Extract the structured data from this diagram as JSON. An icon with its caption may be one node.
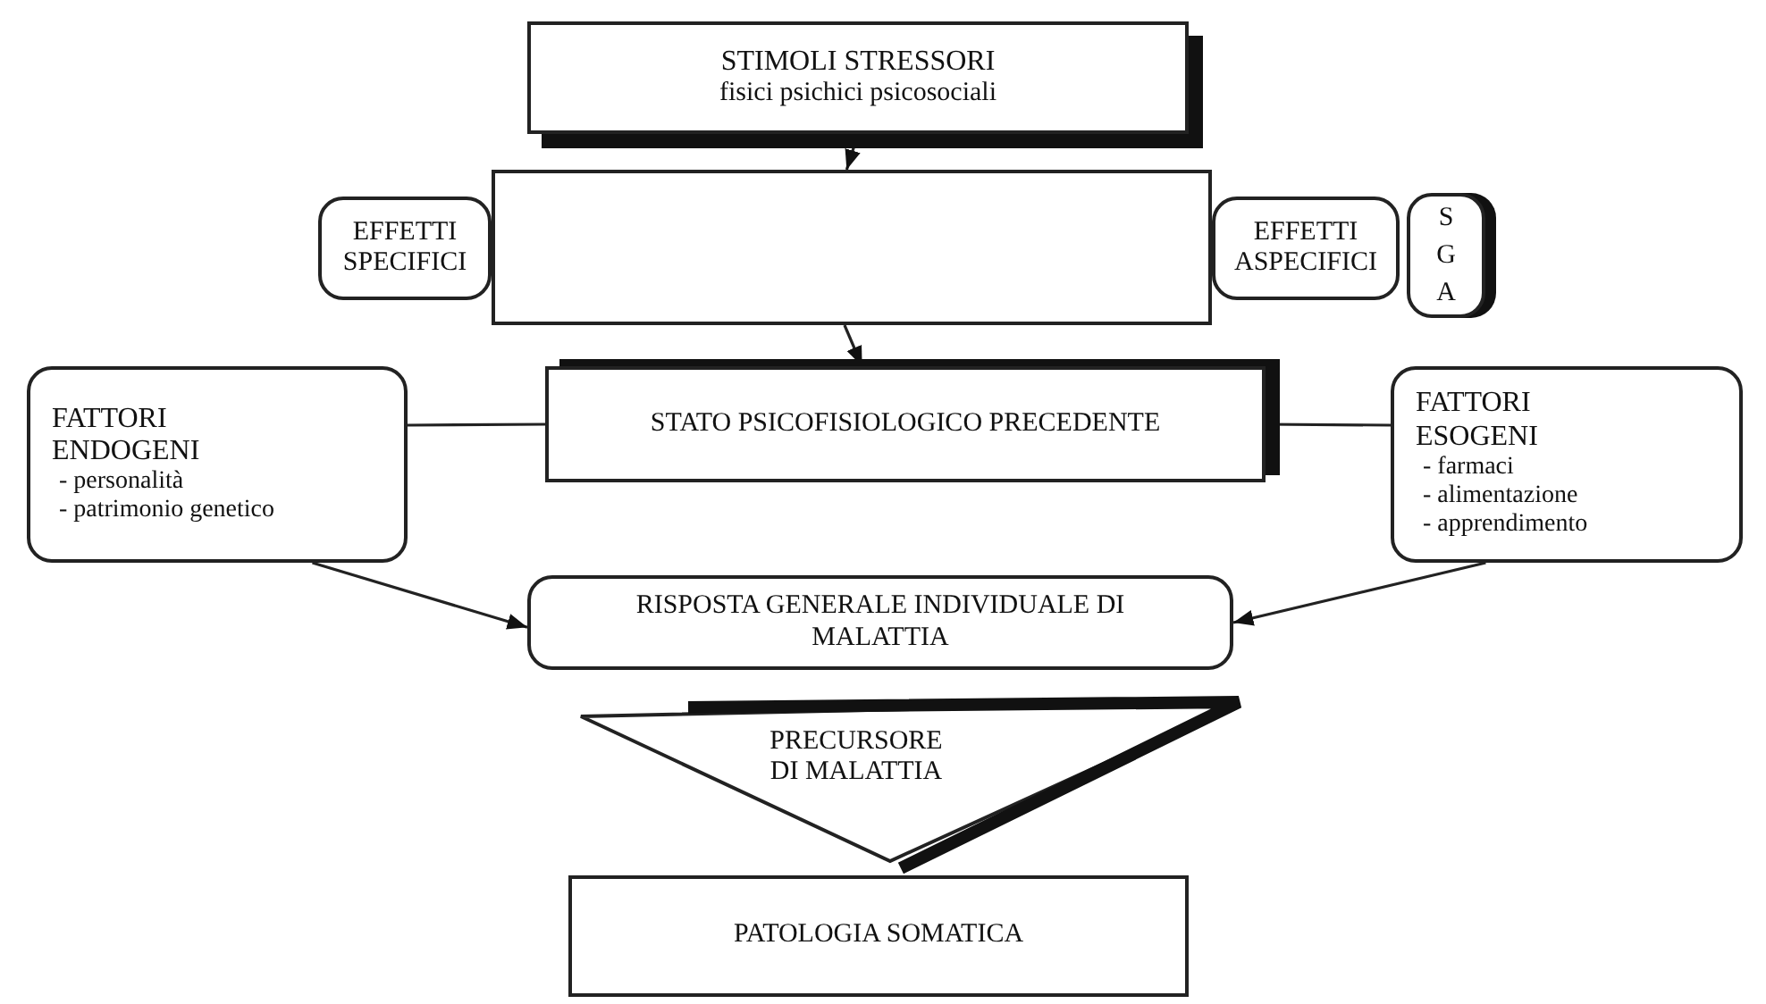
{
  "diagram": {
    "nodes": [
      {
        "text": [
          "STIMOLI STRESSORI",
          "fisici psichici psicosociali"
        ]
      },
      {
        "text": [],
        "shape": "box"
      },
      {
        "text": [
          "EFFETTI SPECIFICI"
        ]
      },
      {
        "text": [
          "EFFETTI ASPECIFICI"
        ]
      },
      {
        "text": [
          "S G A"
        ]
      },
      {
        "text": [
          "FATTORI ENDOGENI",
          "- personalità",
          "- patrimonio genetico"
        ]
      },
      {
        "text": [
          "STATO PSICOFISIOLOGICO PRECEDENTE"
        ]
      },
      {
        "text": [
          "FATTORI ESOGENI",
          "- farmaci",
          "- alimentazione",
          "- apprendimento"
        ]
      },
      {
        "text": [
          "RISPOSTA GENERALE INDIVIDUALE DI MALATTIA"
        ]
      },
      {
        "text": [
          "PRECURSORE DI MALATTIA"
        ]
      },
      {
        "text": [
          "PATOLOGIA SOMATICA"
        ]
      }
    ],
    "edges": [
      {
        "from": 0,
        "to": 1,
        "arrow": "to"
      },
      {
        "from": 1,
        "to": 6,
        "arrow": "to"
      },
      {
        "from": 5,
        "to": 6,
        "arrow": "none"
      },
      {
        "from": 6,
        "to": 7,
        "arrow": "none"
      },
      {
        "from": 5,
        "to": 8,
        "arrow": "to"
      },
      {
        "from": 7,
        "to": 8,
        "arrow": "to"
      }
    ]
  }
}
